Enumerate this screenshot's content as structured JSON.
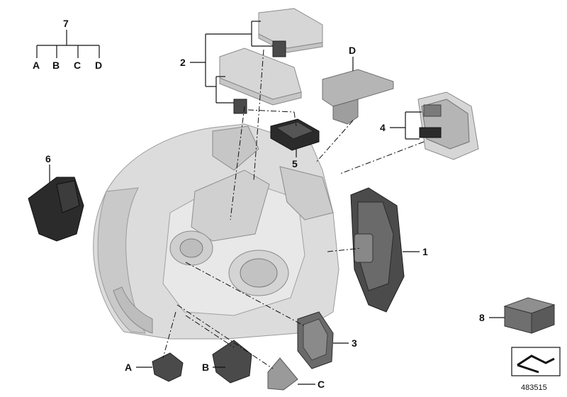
{
  "diagram": {
    "callouts": {
      "tree_root": "7",
      "tree_a": "A",
      "tree_b": "B",
      "tree_c": "C",
      "tree_d": "D",
      "covers": "2",
      "bracket_d": "D",
      "module_4": "4",
      "control_unit_5": "5",
      "bracket_6": "6",
      "ballast_1": "1",
      "driver_3": "3",
      "box_8": "8",
      "clip_a": "A",
      "clip_b": "B",
      "clip_c": "C"
    },
    "reference_number": "483515",
    "colors": {
      "housing": "#d9d9d9",
      "dark_parts": "#3a3a3a",
      "line": "#111111"
    }
  }
}
